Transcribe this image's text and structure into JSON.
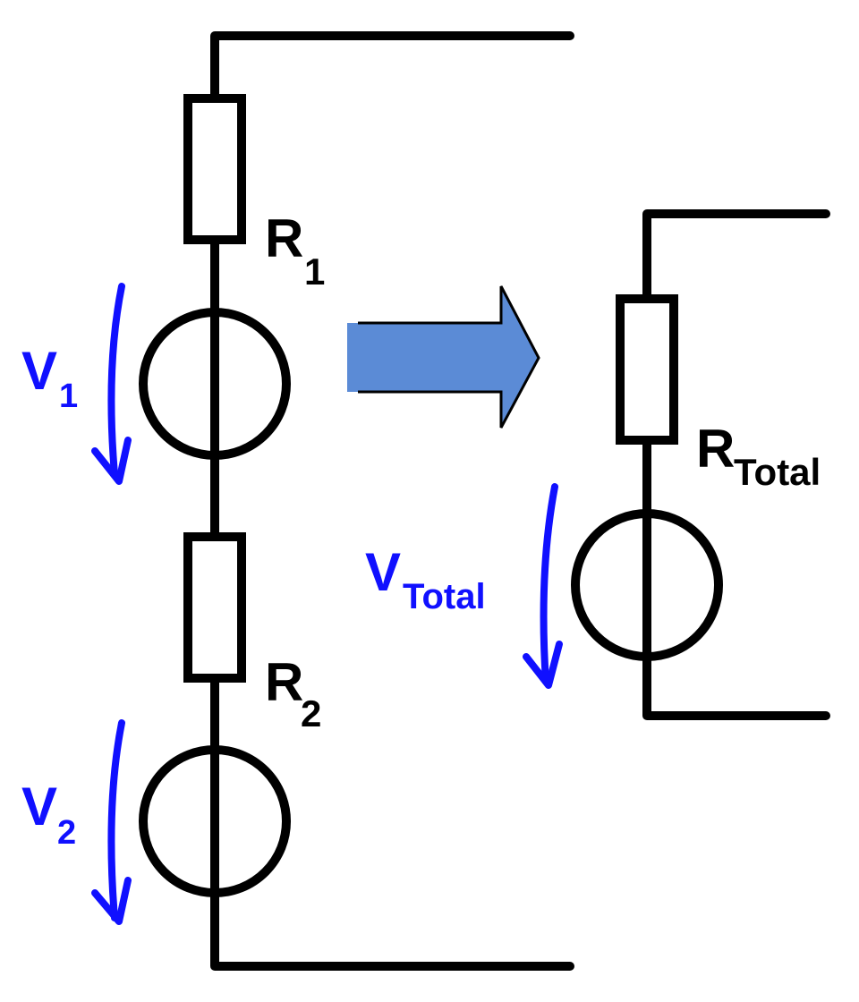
{
  "left_circuit": {
    "resistor_1": {
      "label_main": "R",
      "label_sub": "1"
    },
    "source_1": {
      "label_main": "V",
      "label_sub": "1"
    },
    "resistor_2": {
      "label_main": "R",
      "label_sub": "2"
    },
    "source_2": {
      "label_main": "V",
      "label_sub": "2"
    }
  },
  "right_circuit": {
    "resistor_total": {
      "label_main": "R",
      "label_sub": "Total"
    },
    "source_total": {
      "label_main": "V",
      "label_sub": "Total"
    }
  },
  "colors": {
    "wire": "#000000",
    "voltage_label": "#1010ff",
    "transform_arrow": "#5b8bd6"
  },
  "icons": {
    "transform_arrow": "right-arrow-icon",
    "voltage_arrow": "curved-down-arrow-icon"
  }
}
